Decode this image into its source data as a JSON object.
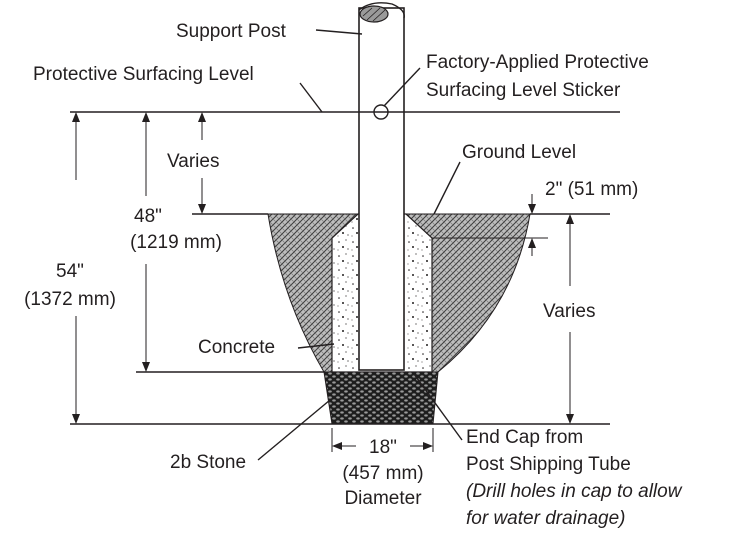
{
  "labels": {
    "support_post": "Support Post",
    "protective_surfacing_level": "Protective Surfacing Level",
    "sticker_line1": "Factory-Applied Protective",
    "sticker_line2": "Surfacing Level Sticker",
    "varies_top": "Varies",
    "ground_level": "Ground Level",
    "two_inch": "2\" (51 mm)",
    "forty_eight_in": "48\"",
    "forty_eight_mm": "(1219 mm)",
    "fifty_four_in": "54\"",
    "fifty_four_mm": "(1372 mm)",
    "varies_right": "Varies",
    "concrete": "Concrete",
    "stone": "2b Stone",
    "eighteen_in": "18\"",
    "eighteen_mm": "(457 mm)",
    "diameter": "Diameter",
    "end_cap_line1": "End Cap from",
    "end_cap_line2": "Post Shipping Tube",
    "drill_line1": "(Drill holes in cap to allow",
    "drill_line2": "for water drainage)"
  },
  "colors": {
    "ink": "#231f20",
    "soil": "#8c8c8c",
    "concrete": "#ffffff",
    "stone": "#3a3a3a",
    "post": "#ffffff"
  }
}
